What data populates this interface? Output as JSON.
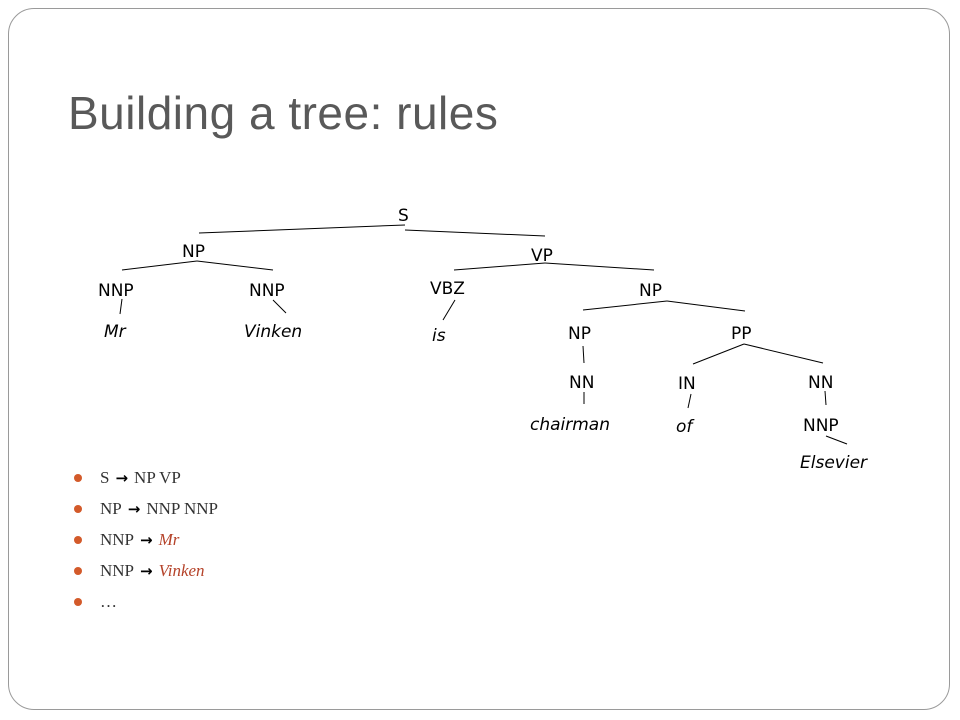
{
  "slide": {
    "title": "Building a tree: rules"
  },
  "tree": {
    "nodes": {
      "s": "S",
      "np_subj": "NP",
      "vp": "VP",
      "nnp1": "NNP",
      "nnp2": "NNP",
      "vbz": "VBZ",
      "np_obj": "NP",
      "np_inner": "NP",
      "pp": "PP",
      "nn_chairman": "NN",
      "in_of": "IN",
      "nn_elsevier": "NN",
      "nnp_elsevier": "NNP"
    },
    "leaves": {
      "mr": "Mr",
      "vinken": "Vinken",
      "is": "is",
      "chairman": "chairman",
      "of": "of",
      "elsevier": "Elsevier"
    }
  },
  "rules": [
    {
      "lhs": "S",
      "arrow": "→",
      "rhs": "NP VP",
      "italic": false
    },
    {
      "lhs": "NP",
      "arrow": "→",
      "rhs": "NNP NNP",
      "italic": false
    },
    {
      "lhs": "NNP",
      "arrow": "→",
      "rhs": "Mr",
      "italic": true
    },
    {
      "lhs": "NNP",
      "arrow": "→",
      "rhs": "Vinken",
      "italic": true
    },
    {
      "lhs": "…",
      "arrow": "",
      "rhs": "",
      "italic": false
    }
  ],
  "colors": {
    "bullet": "#d35a2a",
    "title": "#595959",
    "italic_terminal": "#b5432a"
  }
}
